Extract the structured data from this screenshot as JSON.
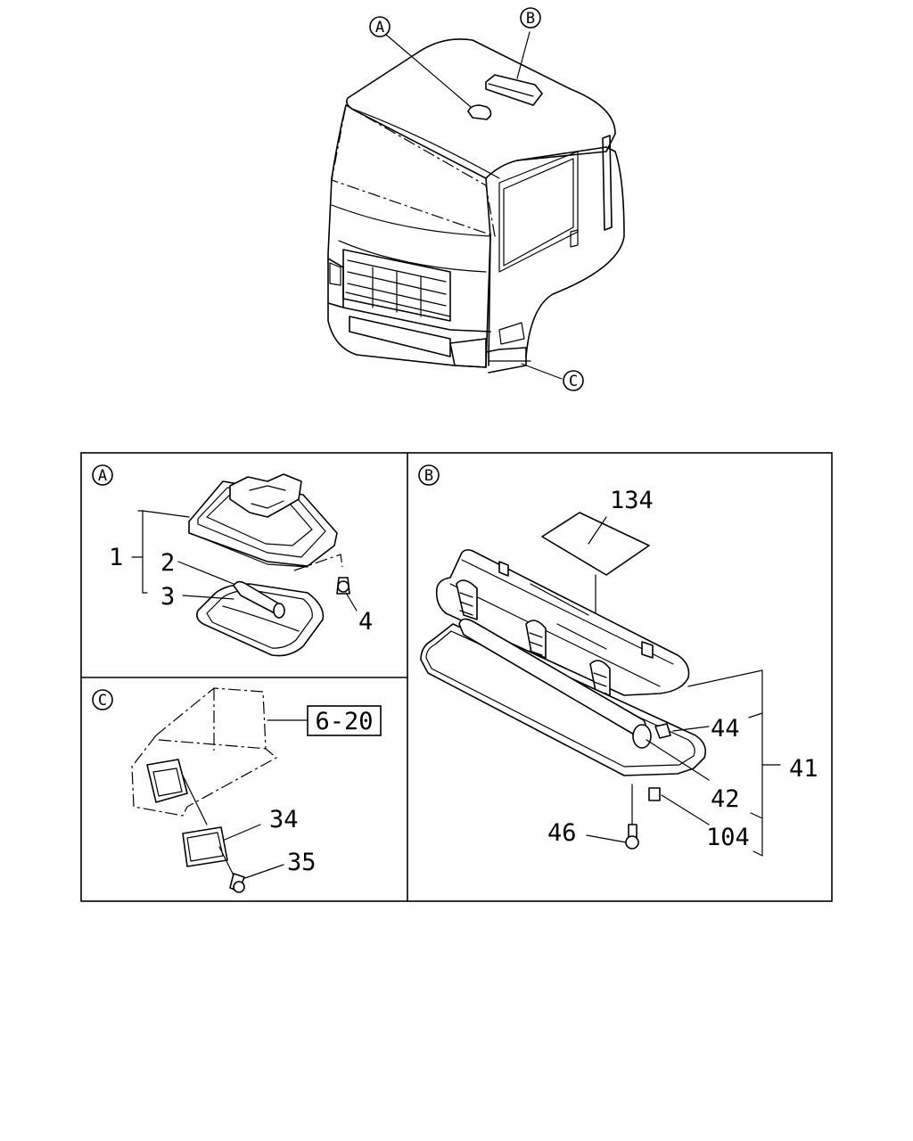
{
  "callouts": {
    "top_a": "A",
    "top_b": "B",
    "top_c": "C",
    "panel_a": "A",
    "panel_b": "B",
    "panel_c": "C"
  },
  "panel_a": {
    "labels": {
      "p1": "1",
      "p2": "2",
      "p3": "3",
      "p4": "4"
    }
  },
  "panel_b": {
    "labels": {
      "p134": "134",
      "p44": "44",
      "p41": "41",
      "p42": "42",
      "p104": "104",
      "p46": "46"
    }
  },
  "panel_c": {
    "ref_box": "6-20",
    "labels": {
      "p34": "34",
      "p35": "35"
    }
  }
}
